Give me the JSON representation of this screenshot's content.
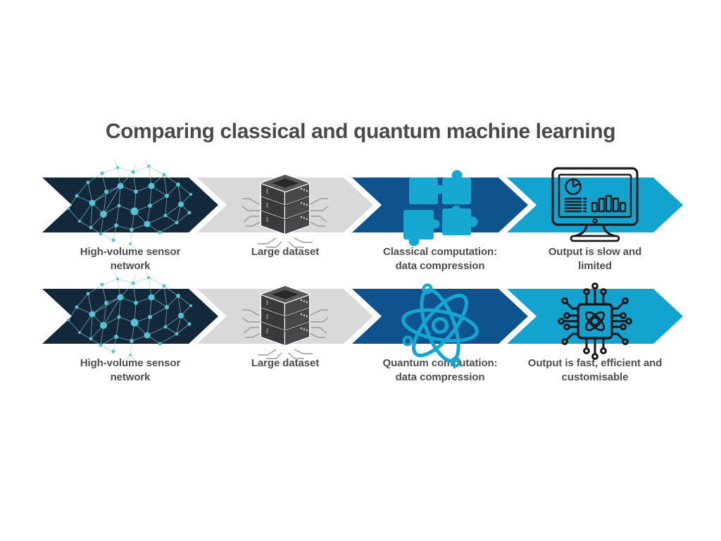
{
  "title": "Comparing classical and quantum machine learning",
  "colors": {
    "step1_navy": "#14283c",
    "step2_gray": "#d9d9d9",
    "step3_blue": "#0f538e",
    "step4_cyan": "#12a3cf",
    "icon_teal": "#55c3d6",
    "icon_cyan": "#17a8d2",
    "icon_dark_gray": "#3a3a3c",
    "icon_outline_black": "#1c1c1e",
    "label_text": "#4d4d4f",
    "title_text": "#4a4a4c"
  },
  "rows": [
    {
      "name": "classical pipeline",
      "steps": [
        {
          "label": "High-volume sensor network",
          "icon": "sensor-network",
          "color": "#14283c"
        },
        {
          "label": "Large dataset",
          "icon": "server-stack",
          "color": "#d9d9d9"
        },
        {
          "label": "Classical computation: data compression",
          "icon": "puzzle-pieces",
          "color": "#0f538e"
        },
        {
          "label": "Output is slow and limited",
          "icon": "monitor-charts",
          "color": "#12a3cf"
        }
      ]
    },
    {
      "name": "quantum pipeline",
      "steps": [
        {
          "label": "High-volume sensor network",
          "icon": "sensor-network",
          "color": "#14283c"
        },
        {
          "label": "Large dataset",
          "icon": "server-stack",
          "color": "#d9d9d9"
        },
        {
          "label": "Quantum computation: data compression",
          "icon": "atom",
          "color": "#0f538e"
        },
        {
          "label": "Output is fast, efficient and customisable",
          "icon": "quantum-chip",
          "color": "#12a3cf"
        }
      ]
    }
  ]
}
